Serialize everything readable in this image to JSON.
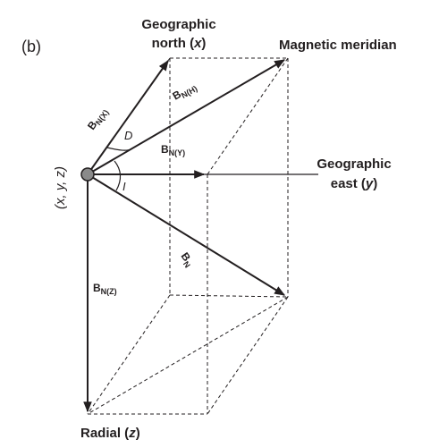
{
  "panel_label": "(b)",
  "labels": {
    "geo_north": {
      "line1": "Geographic",
      "line2": "north (",
      "var": "x",
      "close": ")"
    },
    "magnetic_meridian": "Magnetic meridian",
    "geo_east": {
      "line1": "Geographic",
      "line2": "east (",
      "var": "y",
      "close": ")"
    },
    "radial": {
      "text": "Radial (",
      "var": "z",
      "close": ")"
    },
    "origin": "(x, y, z)"
  },
  "vectors": {
    "bnx": {
      "base": "B",
      "sub": "N(X)"
    },
    "bnh": {
      "base": "B",
      "sub": "N(H)"
    },
    "bny": {
      "base": "B",
      "sub": "N(Y)"
    },
    "bn": {
      "base": "B",
      "sub": "N"
    },
    "bnz": {
      "base": "B",
      "sub": "N(Z)"
    }
  },
  "angles": {
    "declination": "D",
    "inclination": "I"
  },
  "colors": {
    "stroke": "#231f20",
    "origin_fill": "#8a8a8a"
  }
}
